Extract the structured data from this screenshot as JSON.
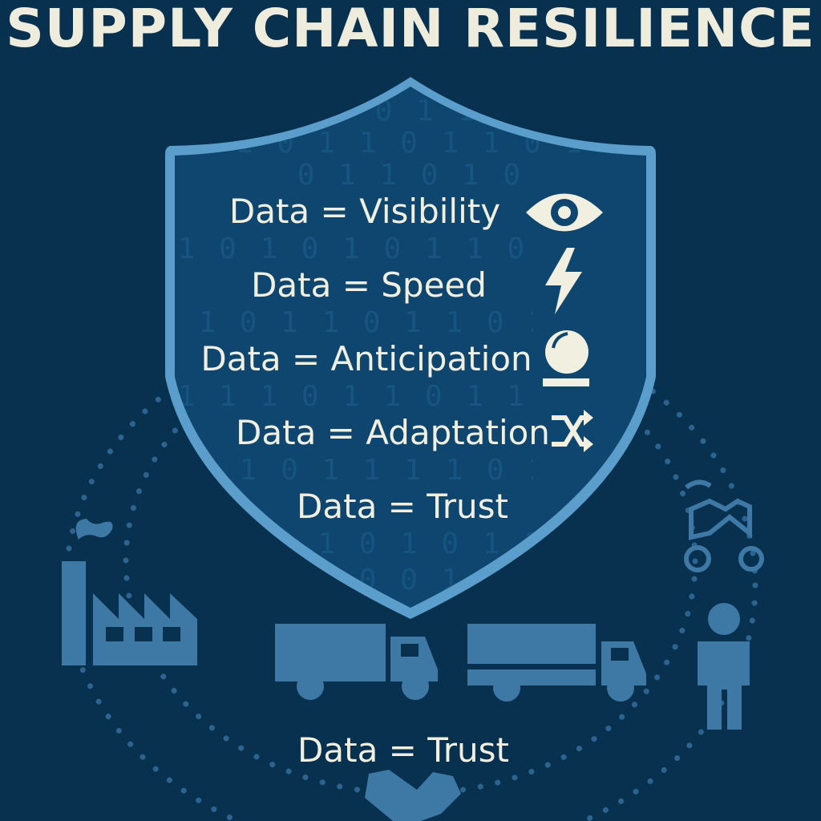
{
  "title": "SUPPLY CHAIN RESILIENCE",
  "shield_lines": [
    {
      "text": "Data = Visibility",
      "icon": "eye-icon"
    },
    {
      "text": "Data = Speed",
      "icon": "lightning-icon"
    },
    {
      "text": "Data = Anticipation",
      "icon": "crystal-ball-icon"
    },
    {
      "text": "Data = Adaptation",
      "icon": "shuffle-arrows-icon"
    },
    {
      "text": "Data = Trust",
      "icon": ""
    }
  ],
  "bottom_line": "Data = Trust",
  "binary_rows": [
    "1 0 0 1 1 0 0",
    "1 1 1 0 1 1 0 1 1 0 1 1 0 1 0 1 1 0 0",
    "1 0 1 0 1 0 1 0 1 0 1 1 0 1 1 0 0",
    "1 0 1 0 1 1 0 1 1 0 1 0",
    "0 1 0 1 0 1 1 1 0 1 1 0 1 1 0 1 1 0 1",
    "1 0 1 1 1 0 1 0 1 1 1 1 0 1 0 1 0 1",
    "0 0 1 1 0 1 0 1 0 1 1 0 0 1 1",
    "1 1 0 1 0 0 1 1 1 0 1",
    "0 1 1 0 1 0"
  ],
  "colors": {
    "background": "#08304f",
    "shield_fill": "#0e4670",
    "shield_border": "#5b9ecb",
    "icons": "#3e78a5",
    "text": "#f1efe0"
  }
}
